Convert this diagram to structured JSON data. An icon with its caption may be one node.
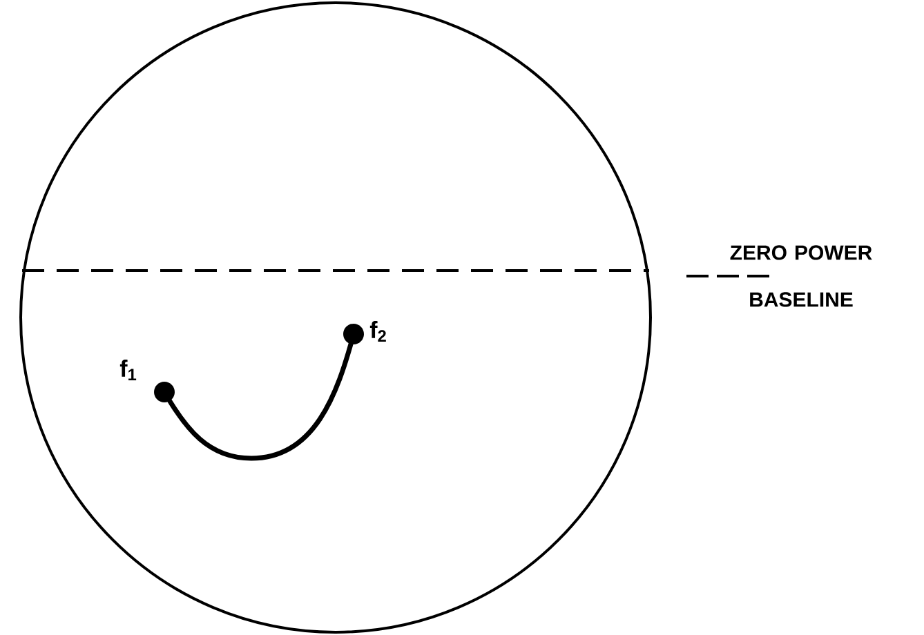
{
  "diagram": {
    "nodes": [
      {
        "text": [],
        "shape": "circle",
        "beside": [
          "f$_{1}$"
        ]
      },
      {
        "text": [],
        "shape": "circle",
        "beside": [
          "f$_{2}$"
        ]
      }
    ],
    "edges": [
      {
        "from": 0,
        "to": 1,
        "arrow": "none"
      }
    ],
    "legend": [
      {
        "text": "ZERO POWER BASELINE"
      }
    ]
  }
}
